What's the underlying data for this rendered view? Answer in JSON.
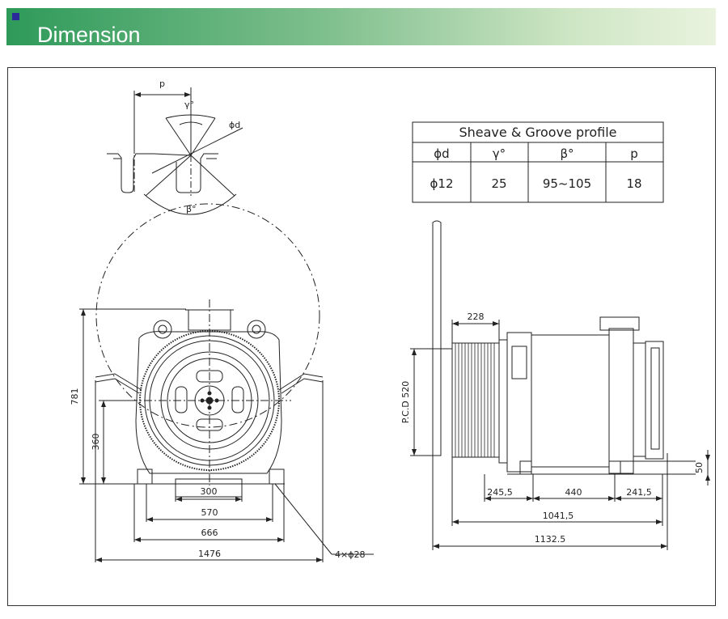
{
  "header": {
    "title": "Dimension"
  },
  "groove_table": {
    "title": "Sheave & Groove profile",
    "columns": [
      "ϕd",
      "γ°",
      "β°",
      "p"
    ],
    "row": [
      "ϕ12",
      "25",
      "95~105",
      "18"
    ]
  },
  "groove_detail": {
    "p": "p",
    "gamma": "γ°",
    "beta": "β°",
    "phi_d": "ϕd"
  },
  "front_view": {
    "dim_781": "781",
    "dim_360": "360",
    "dim_300": "300",
    "dim_570": "570",
    "dim_666": "666",
    "dim_1476": "1476",
    "holes": "4×ϕ28"
  },
  "side_view": {
    "dim_228": "228",
    "pcd": "P.C.D 520",
    "dim_245": "245,5",
    "dim_440": "440",
    "dim_241": "241,5",
    "dim_1041": "1041,5",
    "dim_1132": "1132.5",
    "dim_50": "50"
  }
}
